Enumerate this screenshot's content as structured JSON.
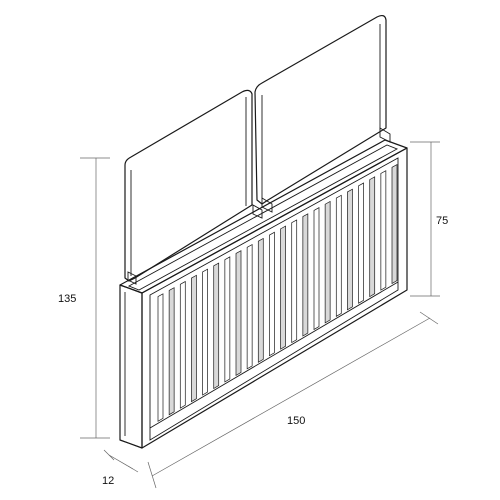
{
  "dimensions": {
    "height": "135",
    "top_height": "75",
    "length": "150",
    "depth": "12"
  },
  "colors": {
    "line": "#1a1a1a",
    "dimension_line": "#666666",
    "panel_fill": "#ffffff",
    "shadow_fill": "#d9d9d9"
  }
}
